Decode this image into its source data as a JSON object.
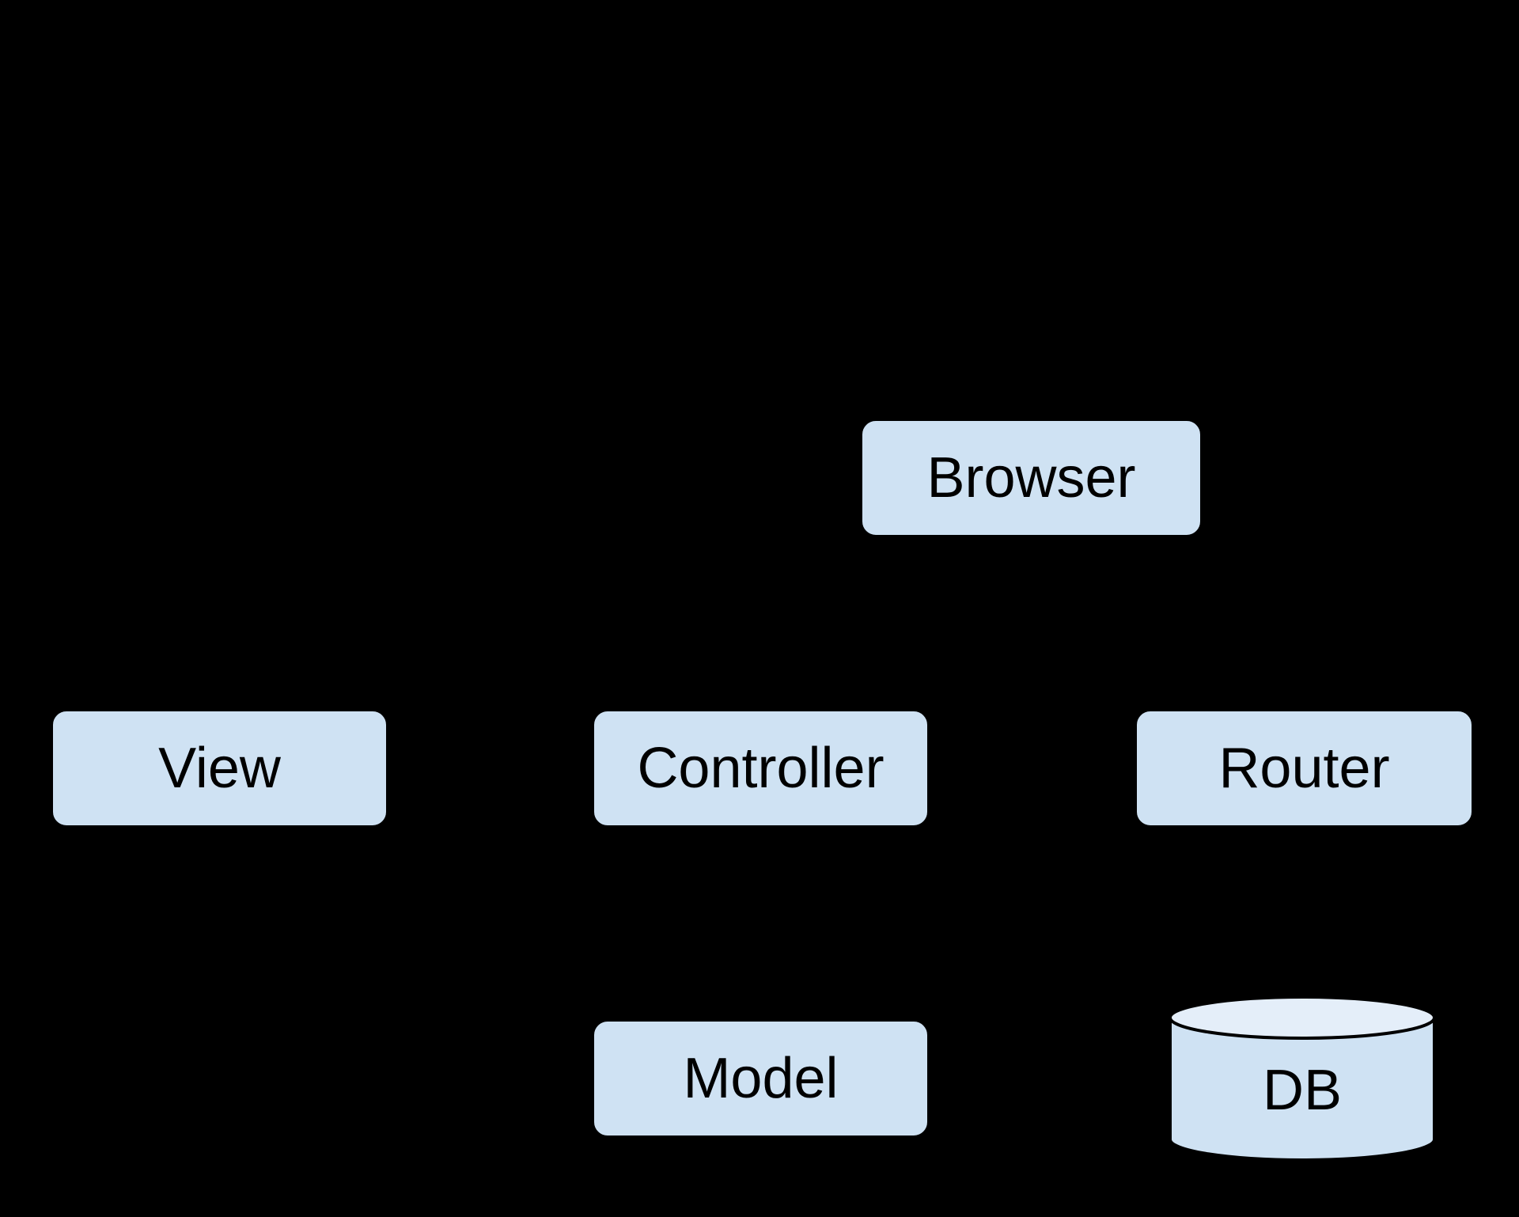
{
  "colors": {
    "background": "#000000",
    "node_fill": "#cfe2f3",
    "node_stroke": "#000000",
    "cylinder_top_fill": "#e4eef9",
    "label_color": "#000000"
  },
  "nodes": {
    "browser": {
      "label": "Browser",
      "shape": "rounded-rect"
    },
    "view": {
      "label": "View",
      "shape": "rounded-rect"
    },
    "controller": {
      "label": "Controller",
      "shape": "rounded-rect"
    },
    "router": {
      "label": "Router",
      "shape": "rounded-rect"
    },
    "model": {
      "label": "Model",
      "shape": "rounded-rect"
    },
    "db": {
      "label": "DB",
      "shape": "cylinder"
    }
  }
}
